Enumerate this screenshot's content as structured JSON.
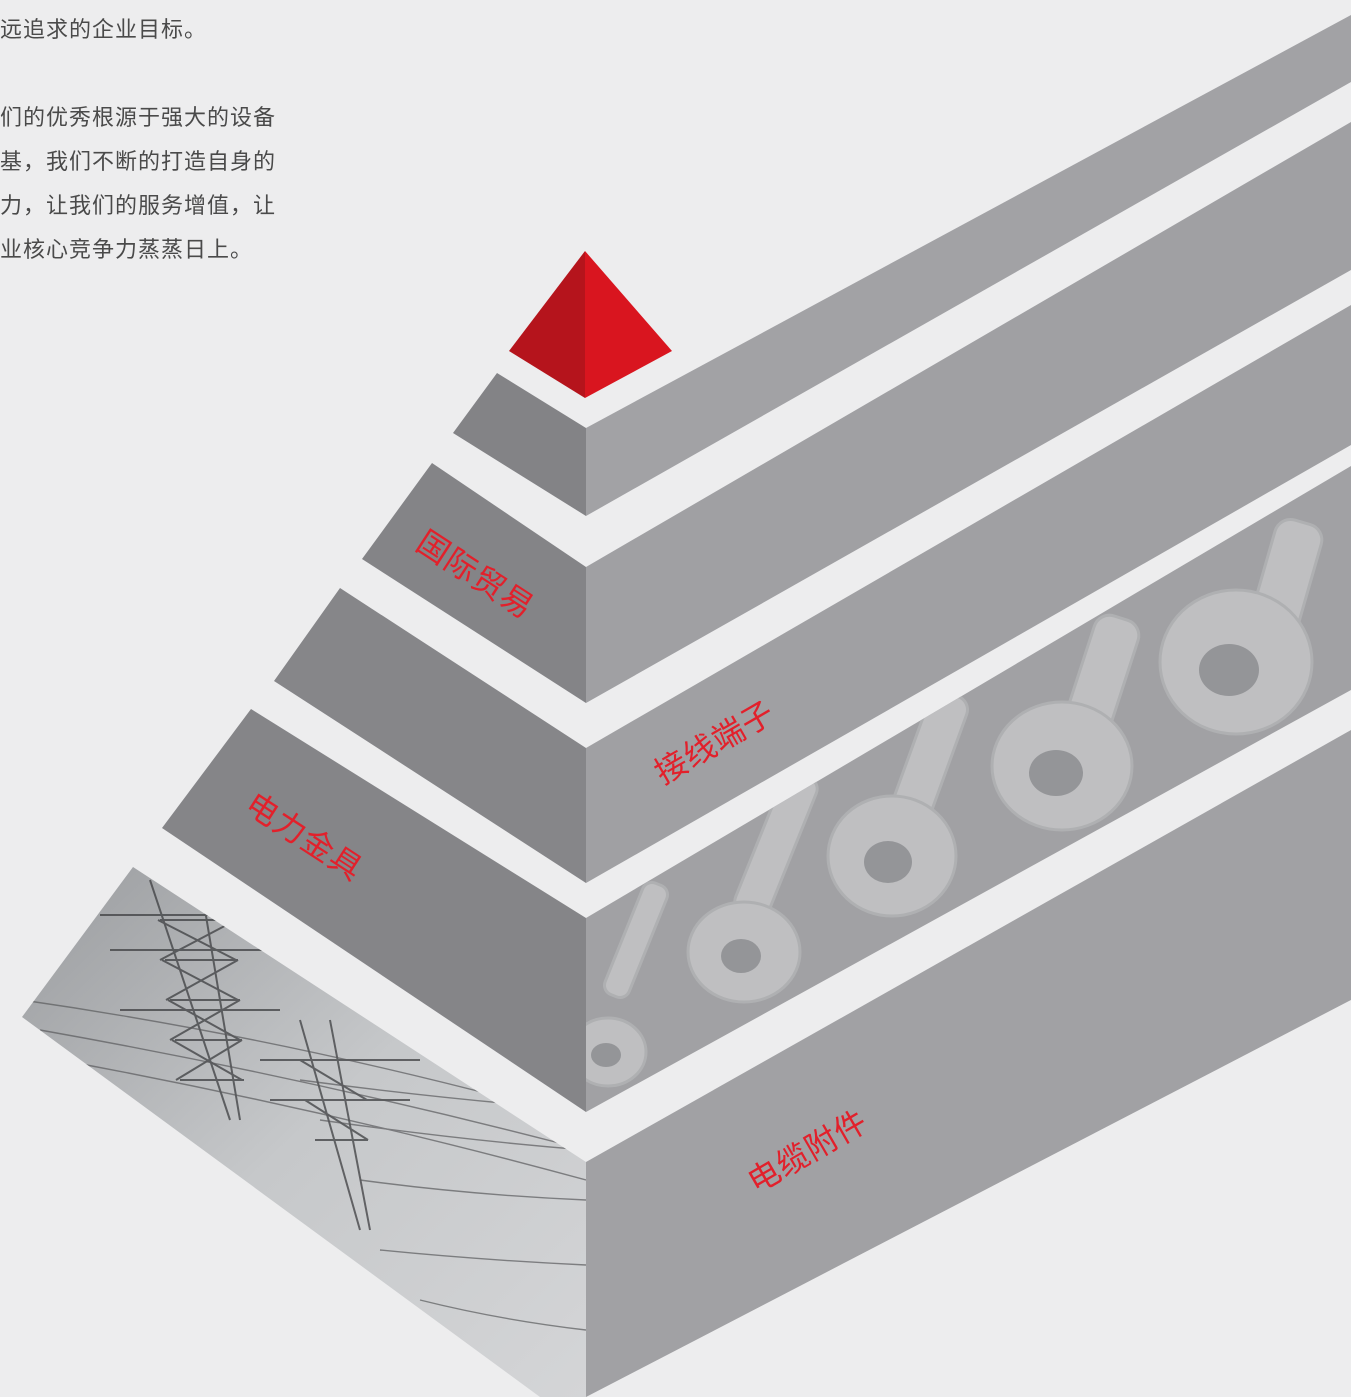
{
  "intro": {
    "lines": [
      "远追求的企业目标。",
      "们的优秀根源于强大的设备",
      "基，我们不断的打造自身的",
      "力，让我们的服务增值，让",
      "业核心竞争力蒸蒸日上。"
    ]
  },
  "pyramid": {
    "tiers": [
      {
        "label": "国际贸易"
      },
      {
        "label": "接线端子"
      },
      {
        "label": "电力金具"
      },
      {
        "label": "电缆附件"
      }
    ]
  },
  "colors": {
    "background": "#ededee",
    "intro_text": "#4a4a4a",
    "label": "#e2202b",
    "apex_left": "#b5141c",
    "apex_right": "#d9151f",
    "face_left": "#868689",
    "face_right": "#a0a0a3",
    "photo_tone": "#c2c4c6"
  },
  "icons": {
    "apex": "red-pyramid-apex",
    "tower_photo": "transmission-tower-photo",
    "lug_photo": "cable-lug-terminals-photo"
  }
}
